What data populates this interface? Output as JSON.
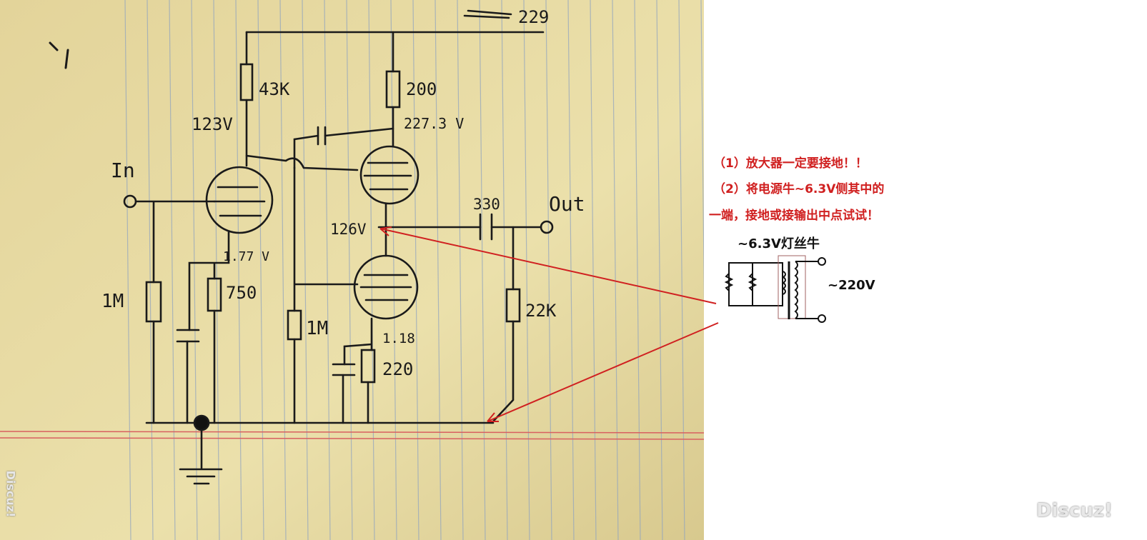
{
  "schematic": {
    "labels": {
      "supply": "229",
      "r_plate1": "43K",
      "v_plate1": "123V",
      "r_plate2": "200",
      "v_plate2": "227.3 V",
      "input": "In",
      "output": "Out",
      "c_out": "330",
      "v_mid": "126V",
      "v_cathode1": "1.77 V",
      "r_grid1": "1M",
      "r_cathode1": "750",
      "r_grid3": "1M",
      "r_load": "22K",
      "v_cathode3": "1.18",
      "r_cathode3": "220"
    }
  },
  "notes": {
    "line1": "（1）放大器一定要接地！！",
    "line2": "（2）将电源牛~6.3V侧其中的",
    "line3": "一端，接地或接输出中点试试！"
  },
  "transformer": {
    "title": "~6.3V灯丝牛",
    "primary": "~220V"
  },
  "watermark": "Discuz!",
  "colors": {
    "paper": "#e6d9a2",
    "rule": "#8fa3c0",
    "note": "#d02020"
  }
}
